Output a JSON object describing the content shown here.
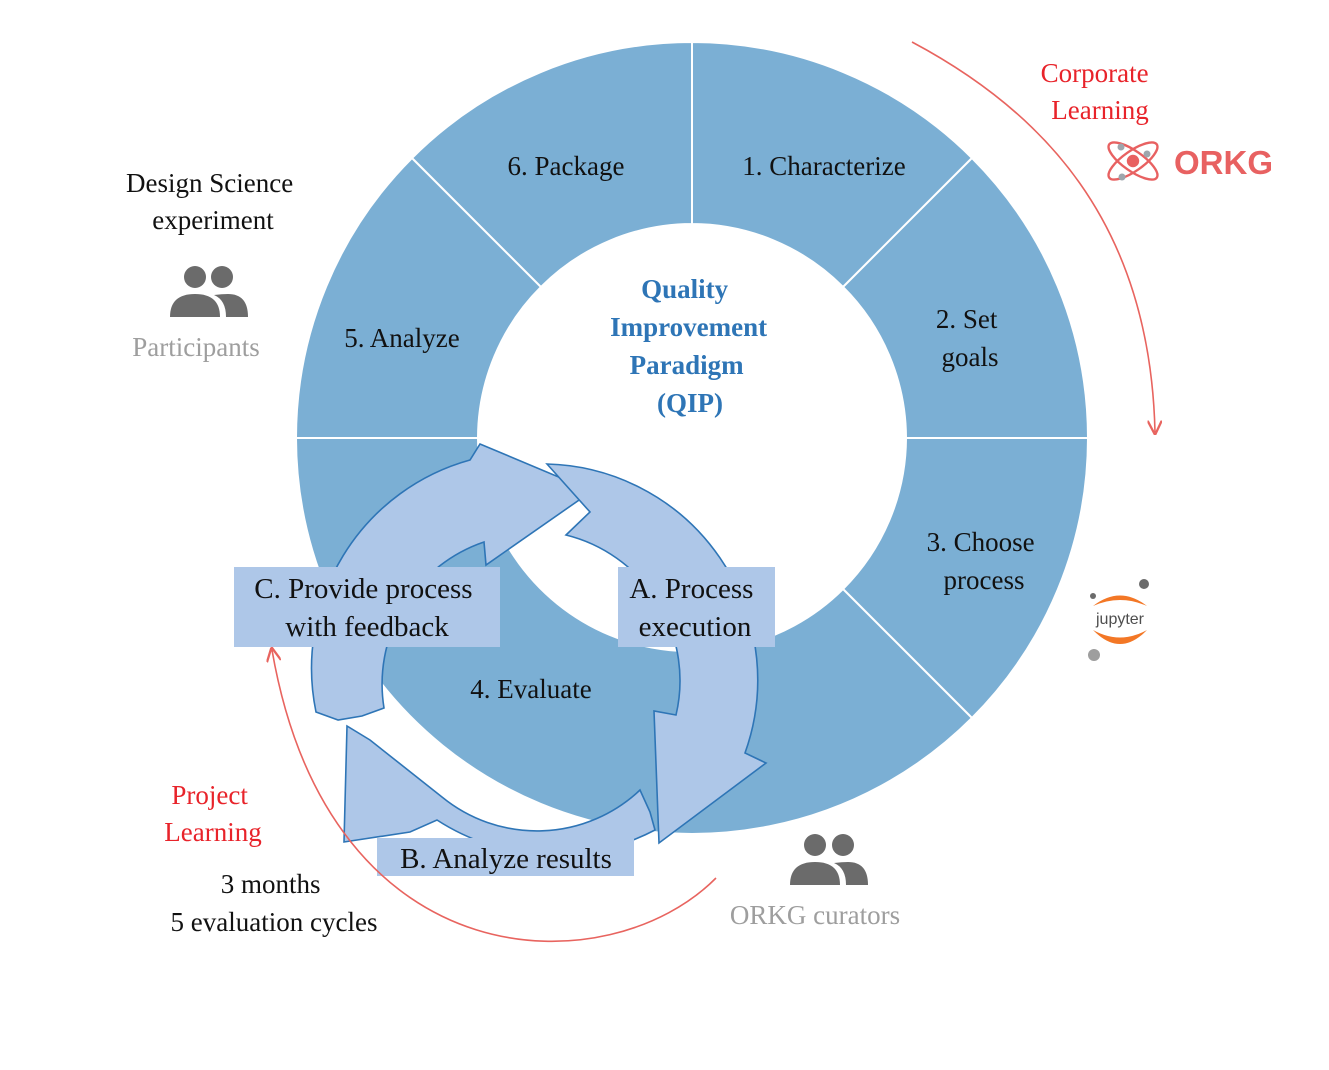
{
  "center": {
    "lines": [
      "Quality",
      "Improvement",
      "Paradigm",
      "(QIP)"
    ]
  },
  "segments": [
    {
      "id": "characterize",
      "lines": [
        "1. Characterize"
      ]
    },
    {
      "id": "set-goals",
      "lines": [
        "2. Set",
        "goals"
      ]
    },
    {
      "id": "choose-process",
      "lines": [
        "3. Choose",
        "process"
      ]
    },
    {
      "id": "evaluate",
      "lines": [
        "4. Evaluate"
      ]
    },
    {
      "id": "analyze",
      "lines": [
        "5. Analyze"
      ]
    },
    {
      "id": "package",
      "lines": [
        "6. Package"
      ]
    }
  ],
  "inner_cycle": {
    "a": {
      "lines": [
        "A. Process",
        "execution"
      ]
    },
    "b": {
      "lines": [
        "B. Analyze results"
      ]
    },
    "c": {
      "lines": [
        "C. Provide process",
        "with feedback"
      ]
    }
  },
  "corporate": {
    "lines": [
      "Corporate",
      "Learning"
    ],
    "logo_text": "ORKG"
  },
  "design_science": {
    "lines": [
      "Design Science",
      "experiment"
    ],
    "participants_label": "Participants"
  },
  "curators": {
    "label": "ORKG curators"
  },
  "project": {
    "lines": [
      "Project",
      "Learning"
    ],
    "duration_lines": [
      "3 months",
      "5 evaluation cycles"
    ]
  },
  "jupyter": {
    "logo_text": "jupyter"
  },
  "colors": {
    "ring": "#7bafd4",
    "ring_stroke": "#ffffff",
    "center_text": "#2e75b6",
    "inner_arrow_fill": "#aec7e8",
    "inner_arrow_stroke": "#2e75b6",
    "label_box": "#aec7e8",
    "red": "#e8232a",
    "red_arrow": "#e8645f",
    "gray": "#9e9e9e",
    "icon_gray": "#6b6b6b",
    "orkg": "#e86161",
    "jupyter_orange": "#f37726"
  }
}
